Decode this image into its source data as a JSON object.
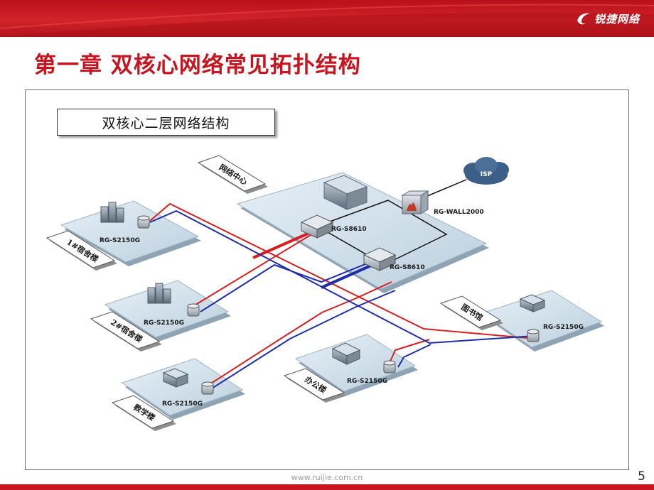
{
  "header": {
    "logo_text": "锐捷网络",
    "brand_color": "#c8141e"
  },
  "page": {
    "title": "第一章 双核心网络常见拓扑结构",
    "page_number": "5"
  },
  "diagram": {
    "subtitle": "双核心二层网络结构",
    "zones": {
      "network_center": "网络中心",
      "dorm1": "1#宿舍楼",
      "dorm2": "2#宿舍楼",
      "teaching": "教学楼",
      "office": "办公楼",
      "library": "图书馆"
    },
    "devices": {
      "isp": "ISP",
      "firewall": "RG-WALL2000",
      "core1": "RG-S8610",
      "core2": "RG-S8610",
      "sw_dorm1": "RG-S2150G",
      "sw_dorm2": "RG-S2150G",
      "sw_teaching": "RG-S2150G",
      "sw_office": "RG-S2150G",
      "sw_library": "RG-S2150G"
    },
    "link_colors": {
      "red": "#d42020",
      "blue": "#1e2ea8"
    }
  },
  "footer": {
    "url": "www.ruijie.com.cn"
  }
}
